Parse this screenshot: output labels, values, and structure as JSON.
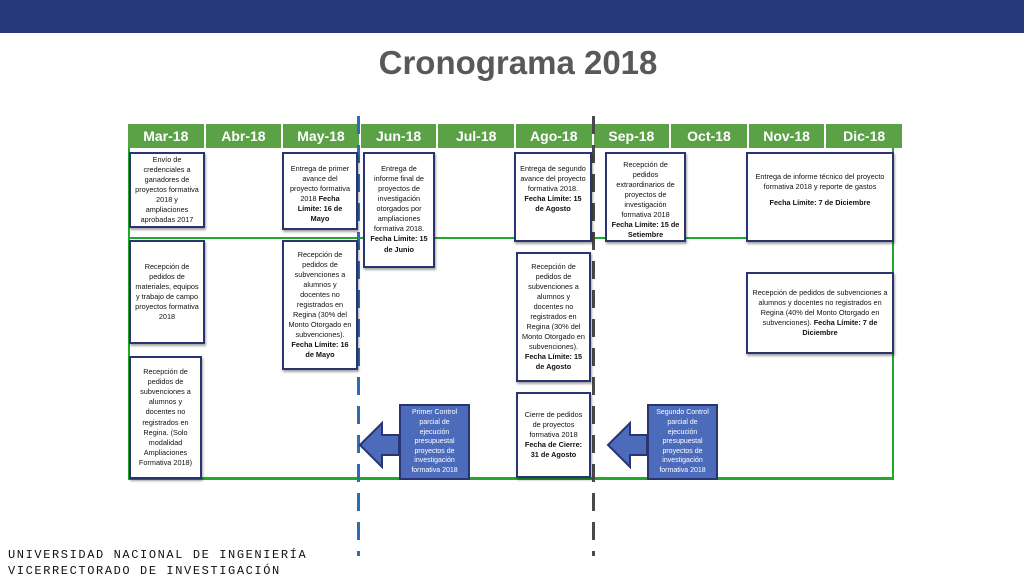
{
  "header": {
    "title": "Cronograma 2018"
  },
  "months": [
    "Mar-18",
    "Abr-18",
    "May-18",
    "Jun-18",
    "Jul-18",
    "Ago-18",
    "Sep-18",
    "Oct-18",
    "Nov-18",
    "Dic-18"
  ],
  "boxes": {
    "mar_1": {
      "text": "Envío de credenciales a ganadores de proyectos formativa 2018 y ampliaciones aprobadas 2017"
    },
    "mar_2": {
      "text": "Recepción de pedidos de materiales, equipos y trabajo de campo proyectos formativa 2018"
    },
    "mar_3": {
      "text": "Recepción de pedidos de subvenciones a alumnos y docentes no registrados en Regina. (Solo modalidad Ampliaciones Formativa 2018)"
    },
    "may_1": {
      "text": "Entrega de primer avance del proyecto formativa 2018 ",
      "bold": "Fecha Límite: 16 de Mayo"
    },
    "may_2": {
      "text": "Recepción de pedidos de subvenciones a alumnos y docentes no registrados en Regina (30% del Monto Otorgado en subvenciones). ",
      "bold": "Fecha Límite: 16 de Mayo"
    },
    "jun_1": {
      "text": "Entrega de informe final de proyectos de investigación otorgados por ampliaciones formativa 2018. ",
      "bold": "Fecha Límite: 15 de Junio"
    },
    "ago_1": {
      "text": "Entrega de segundo avance del proyecto formativa 2018. ",
      "bold": "Fecha Límite: 15 de Agosto"
    },
    "ago_2": {
      "text": "Recepción de pedidos de subvenciones a alumnos y docentes no registrados en Regina (30% del Monto Otorgado en subvenciones). ",
      "bold": "Fecha Límite: 15 de Agosto"
    },
    "ago_3": {
      "text": "Cierre de pedidos de proyectos formativa 2018 ",
      "bold": "Fecha de Cierre: 31 de Agosto"
    },
    "sep_1": {
      "text": "Recepción de pedidos extraordinarios de proyectos de investigación formativa 2018 ",
      "bold": "Fecha Límite: 15 de Setiembre"
    },
    "nov_1": {
      "text": "Entrega de informe técnico del proyecto formativa 2018 y reporte de gastos",
      "bold": "Fecha Límite: 7 de Diciembre"
    },
    "nov_2": {
      "text": "Recepción de pedidos de subvenciones a alumnos y docentes no registrados en Regina (40% del Monto Otorgado en subvenciones). ",
      "bold": "Fecha Límite: 7 de Diciembre"
    }
  },
  "controls": {
    "first": "Primer Control parcial de ejecución presupuestal proyectos de investigación formativa 2018",
    "second": "Segundo Control parcial de ejecución presupuestal proyectos de investigación formativa 2018"
  },
  "colors": {
    "header_bar": "#27397a",
    "month_bar": "#5ba146",
    "frame": "#1faa2a",
    "control_box": "#4c6bbb",
    "first_dash": "#2e6db4",
    "second_dash": "#4a4a4a"
  },
  "footer": {
    "line1": "UNIVERSIDAD NACIONAL DE INGENIERÍA",
    "line2": "VICERRECTORADO DE INVESTIGACIÓN"
  }
}
